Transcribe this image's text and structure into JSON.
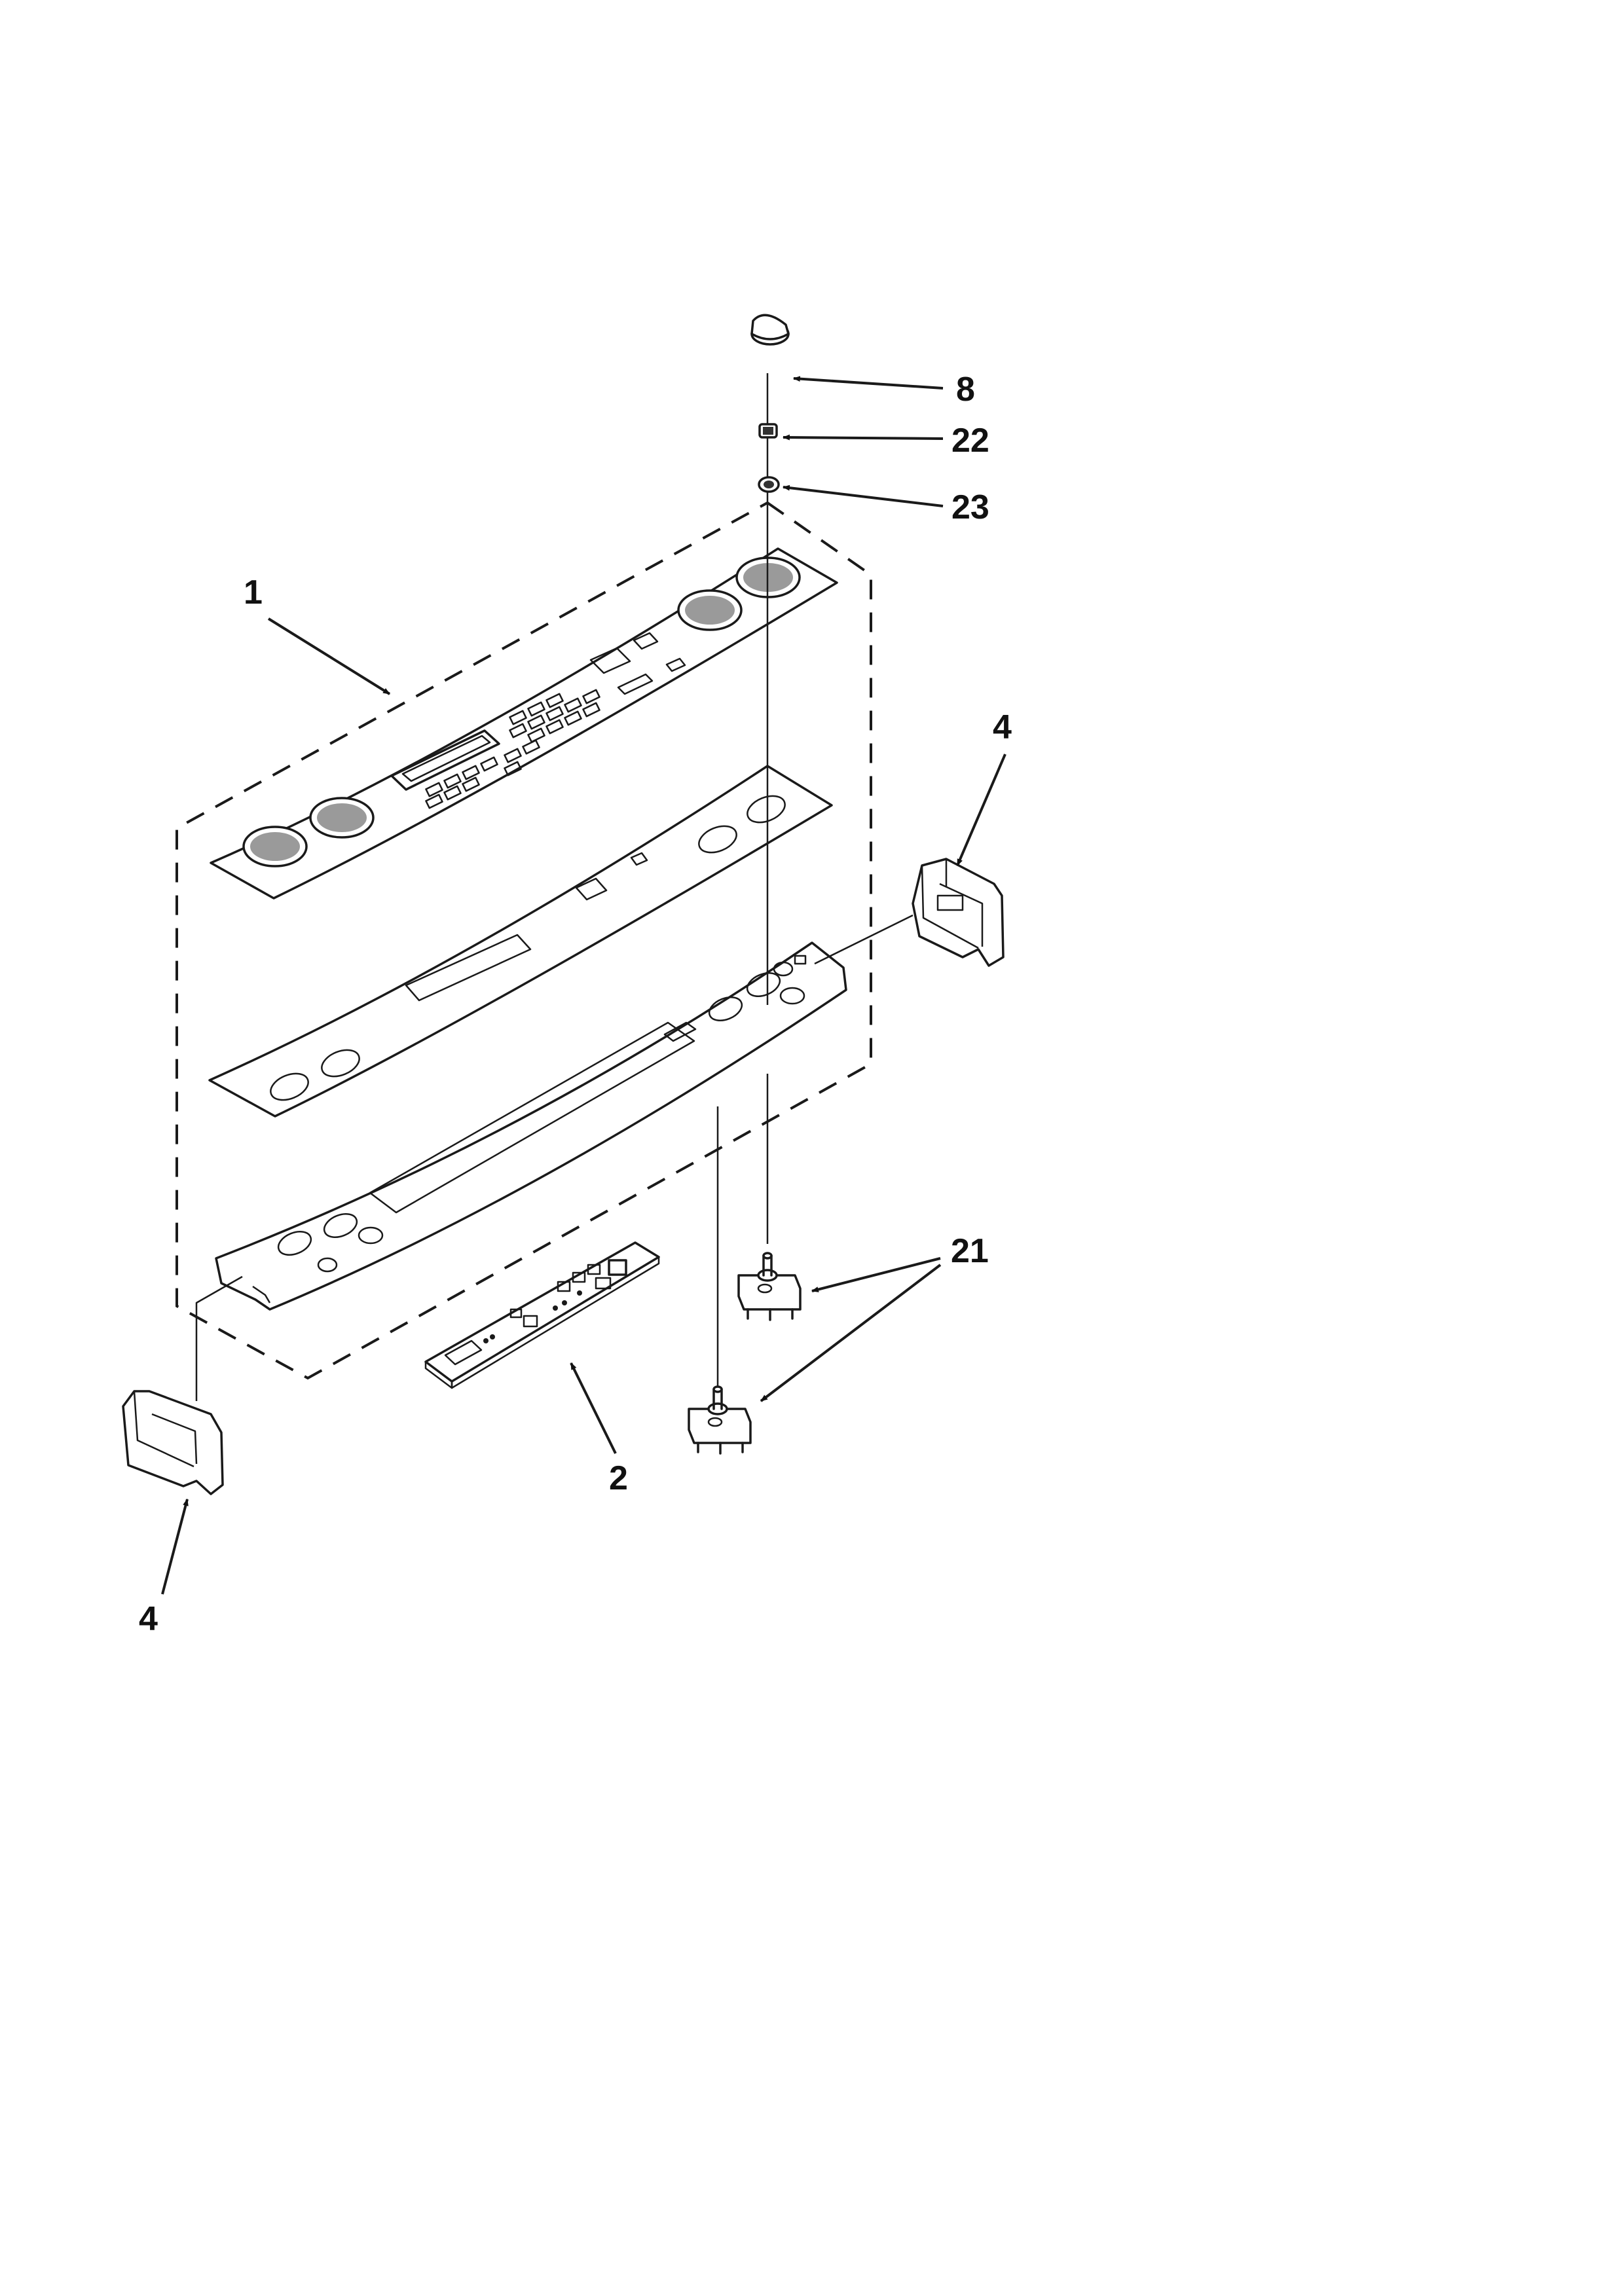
{
  "callouts": {
    "c1": "1",
    "c2": "2",
    "c4_right": "4",
    "c4_left": "4",
    "c8": "8",
    "c21": "21",
    "c22": "22",
    "c23": "23"
  }
}
